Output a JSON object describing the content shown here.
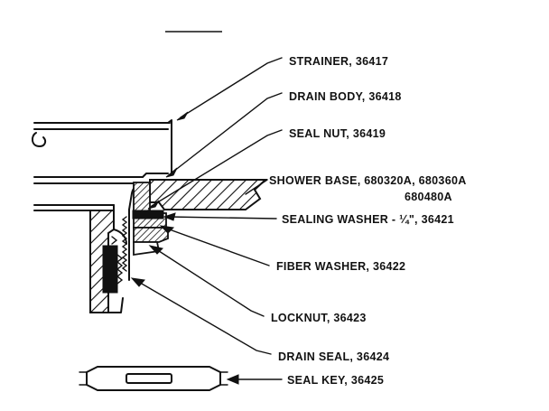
{
  "labels": {
    "strainer": "STRAINER, 36417",
    "drain_body": "DRAIN BODY, 36418",
    "seal_nut": "SEAL NUT, 36419",
    "shower_base_line1": "SHOWER BASE, 680320A, 680360A",
    "shower_base_line2": "680480A",
    "sealing_washer": "SEALING WASHER - ¼\", 36421",
    "fiber_washer": "FIBER WASHER, 36422",
    "locknut": "LOCKNUT, 36423",
    "drain_seal": "DRAIN SEAL, 36424",
    "seal_key": "SEAL KEY, 36425"
  }
}
